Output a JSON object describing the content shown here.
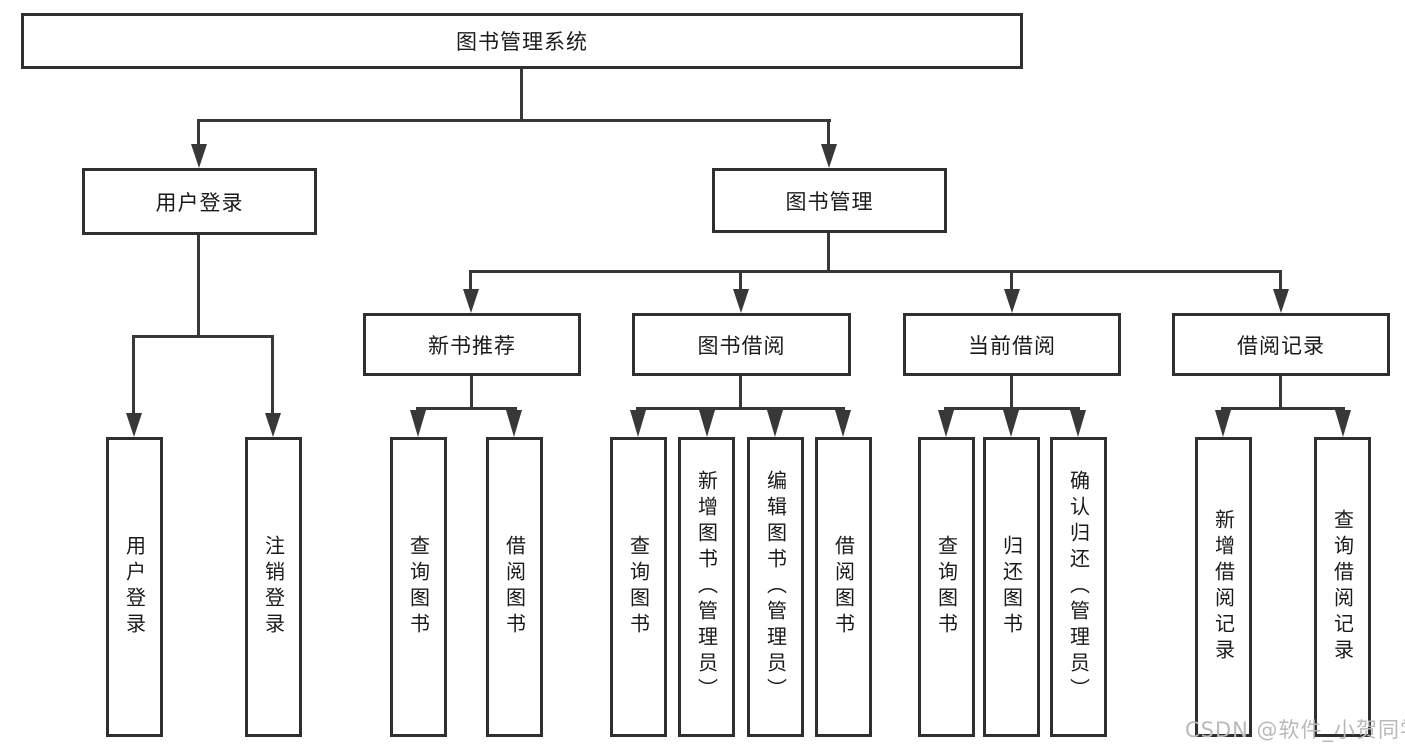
{
  "diagram": {
    "watermark": "CSDN @软件_小贺同学",
    "colors": {
      "background": "#ffffff",
      "box_border": "#2f2f2f",
      "line": "#383838",
      "text": "#1a1a1a",
      "watermark_text": "#b9b9b9"
    },
    "tree": {
      "root": {
        "label": "图书管理系统",
        "children": [
          {
            "label": "用户登录",
            "children": [
              {
                "label": "用户登录"
              },
              {
                "label": "注销登录"
              }
            ]
          },
          {
            "label": "图书管理",
            "children": [
              {
                "label": "新书推荐",
                "children": [
                  {
                    "label": "查询图书"
                  },
                  {
                    "label": "借阅图书"
                  }
                ]
              },
              {
                "label": "图书借阅",
                "children": [
                  {
                    "label": "查询图书"
                  },
                  {
                    "label": "新增图书（管理员）"
                  },
                  {
                    "label": "编辑图书（管理员）"
                  },
                  {
                    "label": "借阅图书"
                  }
                ]
              },
              {
                "label": "当前借阅",
                "children": [
                  {
                    "label": "查询图书"
                  },
                  {
                    "label": "归还图书"
                  },
                  {
                    "label": "确认归还（管理员）"
                  }
                ]
              },
              {
                "label": "借阅记录",
                "children": [
                  {
                    "label": "新增借阅记录"
                  },
                  {
                    "label": "查询借阅记录"
                  }
                ]
              }
            ]
          }
        ]
      }
    }
  }
}
